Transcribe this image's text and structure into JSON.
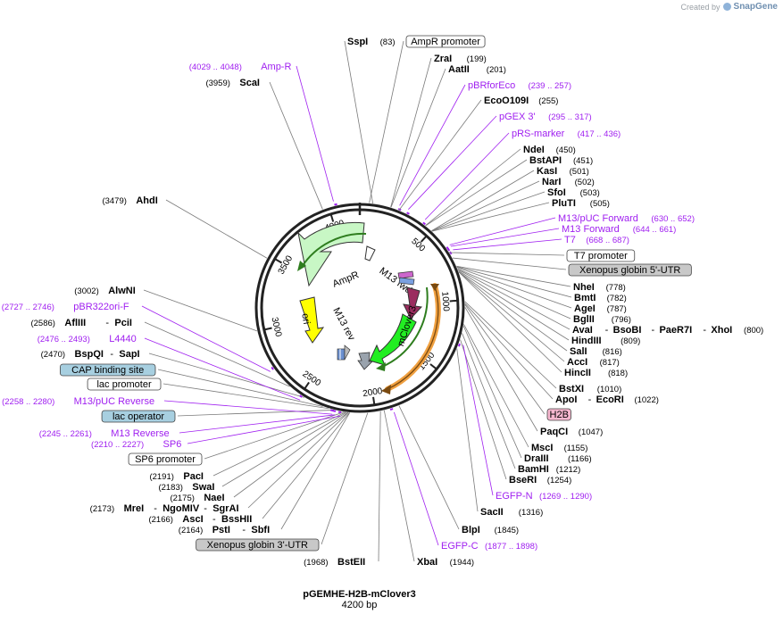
{
  "credit": {
    "prefix": "Created by",
    "brand": "SnapGene",
    "icon": "snapgene-logo-icon"
  },
  "plasmid": {
    "name": "pGEMHE-H2B-mClover3",
    "length_label": "4200 bp",
    "length": 4200
  },
  "colors": {
    "enzyme": "#000000",
    "primer": "#a020f0",
    "leader": "#7a7a7a",
    "ring": "#222222",
    "ampr": "#c8f7c5",
    "ori": "#ffff00",
    "mclover3": "#22ee22",
    "h2b": "#9b2d5f",
    "feature_box_white": "#ffffff",
    "feature_box_blue": "#a7cfe0",
    "feature_box_gray": "#c8c8c8",
    "feature_box_pink": "#f6b7cf",
    "orange_arc": "#f0a040"
  },
  "ticks": [
    {
      "value": "500",
      "pos": 500
    },
    {
      "value": "1000",
      "pos": 1000
    },
    {
      "value": "1500",
      "pos": 1500
    },
    {
      "value": "2000",
      "pos": 2000
    },
    {
      "value": "2500",
      "pos": 2500
    },
    {
      "value": "3000",
      "pos": 3000
    },
    {
      "value": "3500",
      "pos": 3500
    },
    {
      "value": "4000",
      "pos": 4000
    }
  ],
  "inner_features": [
    {
      "label": "AmpR"
    },
    {
      "label": "ori"
    },
    {
      "label": "M13 rev"
    },
    {
      "label": "M13 fwd"
    },
    {
      "label": "mClover3"
    }
  ],
  "labels": [
    {
      "id": "sspi",
      "type": "enzyme",
      "name": "SspI",
      "pos": "(83)",
      "site": 83
    },
    {
      "id": "ampr-promoter",
      "type": "box",
      "style": "white",
      "name": "AmpR promoter",
      "site": 60
    },
    {
      "id": "zrai",
      "type": "enzyme",
      "name": "ZraI",
      "pos": "(199)",
      "site": 199
    },
    {
      "id": "aatii",
      "type": "enzyme",
      "name": "AatII",
      "pos": "(201)",
      "site": 201
    },
    {
      "id": "pbrforeco",
      "type": "primer",
      "name": "pBRforEco",
      "pos": "(239 .. 257)",
      "site": 248
    },
    {
      "id": "eco0109i",
      "type": "enzyme",
      "name": "EcoO109I",
      "pos": "(255)",
      "site": 255
    },
    {
      "id": "pgex3",
      "type": "primer",
      "name": "pGEX 3'",
      "pos": "(295 .. 317)",
      "site": 306
    },
    {
      "id": "prs-marker",
      "type": "primer",
      "name": "pRS-marker",
      "pos": "(417 .. 436)",
      "site": 426
    },
    {
      "id": "ndei",
      "type": "enzyme",
      "name": "NdeI",
      "pos": "(450)",
      "site": 450
    },
    {
      "id": "bstapi",
      "type": "enzyme",
      "name": "BstAPI",
      "pos": "(451)",
      "site": 451
    },
    {
      "id": "kasi",
      "type": "enzyme",
      "name": "KasI",
      "pos": "(501)",
      "site": 501
    },
    {
      "id": "nari",
      "type": "enzyme",
      "name": "NarI",
      "pos": "(502)",
      "site": 502
    },
    {
      "id": "sfoi",
      "type": "enzyme",
      "name": "SfoI",
      "pos": "(503)",
      "site": 503
    },
    {
      "id": "pluti",
      "type": "enzyme",
      "name": "PluTI",
      "pos": "(505)",
      "site": 505
    },
    {
      "id": "m13puc-fwd",
      "type": "primer",
      "name": "M13/pUC Forward",
      "pos": "(630 .. 652)",
      "site": 641
    },
    {
      "id": "m13-fwd",
      "type": "primer",
      "name": "M13 Forward",
      "pos": "(644 .. 661)",
      "site": 652
    },
    {
      "id": "t7",
      "type": "primer",
      "name": "T7",
      "pos": "(668 .. 687)",
      "site": 677
    },
    {
      "id": "t7-promoter",
      "type": "box",
      "style": "white",
      "name": "T7 promoter",
      "site": 680
    },
    {
      "id": "xglobin5",
      "type": "box",
      "style": "gray",
      "name": "Xenopus globin 5'-UTR",
      "site": 720
    },
    {
      "id": "nhei",
      "type": "enzyme",
      "name": "NheI",
      "pos": "(778)",
      "site": 778
    },
    {
      "id": "bmti",
      "type": "enzyme",
      "name": "BmtI",
      "pos": "(782)",
      "site": 782
    },
    {
      "id": "agei",
      "type": "enzyme",
      "name": "AgeI",
      "pos": "(787)",
      "site": 787
    },
    {
      "id": "bglii",
      "type": "enzyme",
      "name": "BglII",
      "pos": "(796)",
      "site": 796
    },
    {
      "id": "avai",
      "type": "multi",
      "names": [
        "AvaI",
        "BsoBI",
        "PaeR7I",
        "XhoI"
      ],
      "pos": "(800)",
      "site": 800
    },
    {
      "id": "hindiii",
      "type": "enzyme",
      "name": "HindIII",
      "pos": "(809)",
      "site": 809
    },
    {
      "id": "sali",
      "type": "enzyme",
      "name": "SalI",
      "pos": "(816)",
      "site": 816
    },
    {
      "id": "acci",
      "type": "enzyme",
      "name": "AccI",
      "pos": "(817)",
      "site": 817
    },
    {
      "id": "hincii",
      "type": "enzyme",
      "name": "HincII",
      "pos": "(818)",
      "site": 818
    },
    {
      "id": "bstxi",
      "type": "enzyme",
      "name": "BstXI",
      "pos": "(1010)",
      "site": 1010
    },
    {
      "id": "apoi",
      "type": "multi",
      "names": [
        "ApoI",
        "EcoRI"
      ],
      "pos": "(1022)",
      "site": 1022
    },
    {
      "id": "h2b",
      "type": "box",
      "style": "pink",
      "name": "H2B",
      "site": 1030
    },
    {
      "id": "paqci",
      "type": "enzyme",
      "name": "PaqCI",
      "pos": "(1047)",
      "site": 1047
    },
    {
      "id": "msci",
      "type": "enzyme",
      "name": "MscI",
      "pos": "(1155)",
      "site": 1155
    },
    {
      "id": "draiii",
      "type": "enzyme",
      "name": "DraIII",
      "pos": "(1166)",
      "site": 1166
    },
    {
      "id": "bamhi",
      "type": "enzyme",
      "name": "BamHI",
      "pos": "(1212)",
      "site": 1212
    },
    {
      "id": "bseri",
      "type": "enzyme",
      "name": "BseRI",
      "pos": "(1254)",
      "site": 1254
    },
    {
      "id": "egfp-n",
      "type": "primer",
      "name": "EGFP-N",
      "pos": "(1269 .. 1290)",
      "site": 1280
    },
    {
      "id": "sacii",
      "type": "enzyme",
      "name": "SacII",
      "pos": "(1316)",
      "site": 1316
    },
    {
      "id": "blpi",
      "type": "enzyme",
      "name": "BlpI",
      "pos": "(1845)",
      "site": 1845
    },
    {
      "id": "egfp-c",
      "type": "primer",
      "name": "EGFP-C",
      "pos": "(1877 .. 1898)",
      "site": 1888
    },
    {
      "id": "xbai",
      "type": "enzyme",
      "name": "XbaI",
      "pos": "(1944)",
      "site": 1944
    },
    {
      "id": "bsteii",
      "type": "enzyme",
      "name": "BstEII",
      "pos": "(1968)",
      "site": 1968
    },
    {
      "id": "xglobin3",
      "type": "box",
      "style": "gray",
      "name": "Xenopus globin 3'-UTR",
      "site": 2050
    },
    {
      "id": "psti",
      "type": "multi",
      "names": [
        "PstI",
        "SbfI"
      ],
      "pos": "(2164)",
      "site": 2164
    },
    {
      "id": "asci",
      "type": "multi",
      "names": [
        "AscI",
        "BssHII"
      ],
      "pos": "(2166)",
      "site": 2166
    },
    {
      "id": "mrei",
      "type": "multi",
      "names": [
        "MreI",
        "NgoMIV",
        "SgrAI"
      ],
      "pos": "(2173)",
      "site": 2173
    },
    {
      "id": "naei",
      "type": "enzyme",
      "name": "NaeI",
      "pos": "(2175)",
      "site": 2175
    },
    {
      "id": "swai",
      "type": "enzyme",
      "name": "SwaI",
      "pos": "(2183)",
      "site": 2183
    },
    {
      "id": "paci",
      "type": "enzyme",
      "name": "PacI",
      "pos": "(2191)",
      "site": 2191
    },
    {
      "id": "sp6-promoter",
      "type": "box",
      "style": "white",
      "name": "SP6 promoter",
      "site": 2200
    },
    {
      "id": "sp6",
      "type": "primer",
      "name": "SP6",
      "pos": "(2210 .. 2227)",
      "site": 2218
    },
    {
      "id": "m13-rev",
      "type": "primer",
      "name": "M13 Reverse",
      "pos": "(2245 .. 2261)",
      "site": 2253
    },
    {
      "id": "lac-operator",
      "type": "box",
      "style": "blue",
      "name": "lac operator",
      "site": 2265
    },
    {
      "id": "m13puc-rev",
      "type": "primer",
      "name": "M13/pUC Reverse",
      "pos": "(2258 .. 2280)",
      "site": 2269
    },
    {
      "id": "lac-promoter",
      "type": "box",
      "style": "white",
      "name": "lac promoter",
      "site": 2300
    },
    {
      "id": "cap",
      "type": "box",
      "style": "blue",
      "name": "CAP binding site",
      "site": 2340
    },
    {
      "id": "bspqi",
      "type": "multi",
      "names": [
        "BspQI",
        "SapI"
      ],
      "pos": "(2470)",
      "site": 2470
    },
    {
      "id": "l4440",
      "type": "primer",
      "name": "L4440",
      "pos": "(2476 .. 2493)",
      "site": 2484
    },
    {
      "id": "afliii",
      "type": "multi",
      "names": [
        "AflIII",
        "PciI"
      ],
      "pos": "(2586)",
      "site": 2586
    },
    {
      "id": "pbr322ori",
      "type": "primer",
      "name": "pBR322ori-F",
      "pos": "(2727 .. 2746)",
      "site": 2736
    },
    {
      "id": "alwni",
      "type": "enzyme",
      "name": "AlwNI",
      "pos": "(3002)",
      "site": 3002
    },
    {
      "id": "ahdi",
      "type": "enzyme",
      "name": "AhdI",
      "pos": "(3479)",
      "site": 3479
    },
    {
      "id": "scai",
      "type": "enzyme",
      "name": "ScaI",
      "pos": "(3959)",
      "site": 3959
    },
    {
      "id": "amp-r",
      "type": "primer",
      "name": "Amp-R",
      "pos": "(4029 .. 4048)",
      "site": 4038
    }
  ]
}
